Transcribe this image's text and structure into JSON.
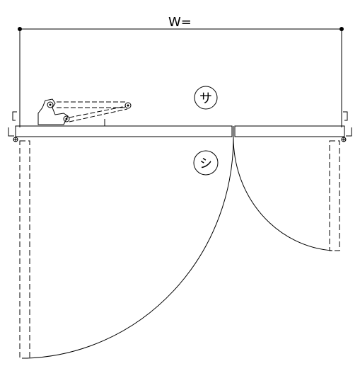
{
  "drawing": {
    "dimension_label": "W=",
    "side_mark_push": "サ",
    "side_mark_pull": "シ"
  },
  "colors": {
    "line": "#000000",
    "background": "#ffffff"
  },
  "icons": {
    "door_closer": "door-closer-icon",
    "hinge": "hinge-icon",
    "dimension_endpoint": "dimension-dot-icon"
  }
}
